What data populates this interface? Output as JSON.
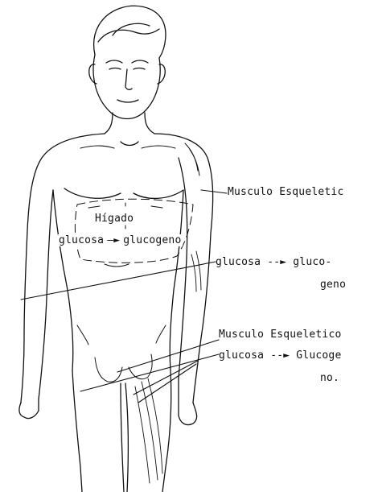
{
  "labels": {
    "musculo_1": "Musculo Esqueletic",
    "higado": "Hígado",
    "higado_glucosa": "glucosa",
    "higado_arrow": "—►",
    "higado_glucogeno": "glucogeno",
    "mid_glucosa": "glucosa",
    "mid_arrow": "--►",
    "mid_gluco": "gluco-",
    "mid_geno": "geno",
    "musculo_2": "Musculo Esqueletico",
    "low_glucosa": "glucosa",
    "low_arrow": "--►",
    "low_glucoge": "Glucoge",
    "low_no": "no."
  },
  "colors": {
    "ink": "#111111",
    "background": "#ffffff"
  }
}
